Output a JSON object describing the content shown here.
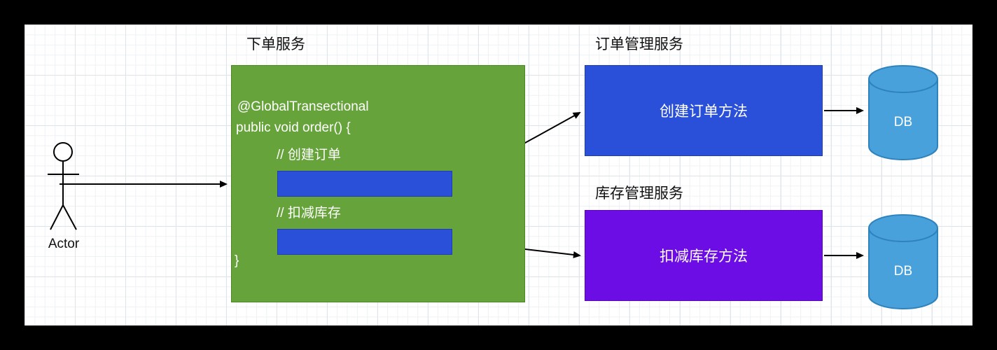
{
  "page": {
    "background": "#000000",
    "canvas_background": "#FFFFFF"
  },
  "diagram": {
    "actor": {
      "label": "Actor"
    },
    "order_service": {
      "title": "下单服务",
      "code": {
        "annotation": "@GlobalTransectional",
        "signature": "public void order() {",
        "comment_create": "// 创建订单",
        "comment_deduct": "// 扣减库存",
        "closing_brace": "}"
      }
    },
    "order_mgmt_service": {
      "title": "订单管理服务",
      "method": "创建订单方法"
    },
    "inventory_mgmt_service": {
      "title": "库存管理服务",
      "method": "扣减库存方法"
    },
    "databases": [
      {
        "label": "DB"
      },
      {
        "label": "DB"
      }
    ],
    "colors": {
      "order_service_box": "#67A33B",
      "order_mgmt_box": "#2A4FD8",
      "inventory_mgmt_box": "#6D0DE6",
      "inner_call_rect": "#2A4FD8",
      "db_cylinder": "#49A1DB",
      "connector": "#000000"
    }
  }
}
